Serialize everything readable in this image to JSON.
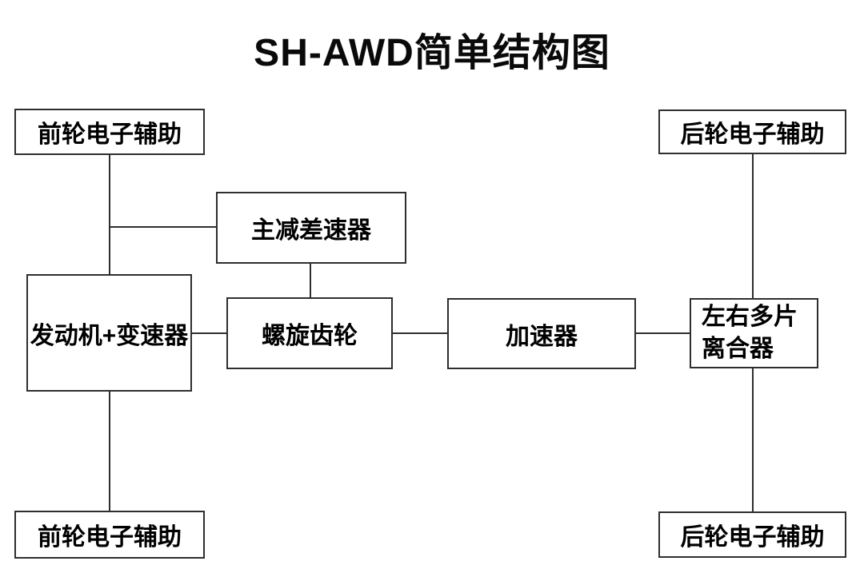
{
  "title": "SH-AWD简单结构图",
  "diagram": {
    "boxes": {
      "front_wheel_top": {
        "label": "前轮电子辅助"
      },
      "rear_wheel_top": {
        "label": "后轮电子辅助"
      },
      "main_diff": {
        "label": "主减差速器"
      },
      "engine": {
        "label": "发动机+变速器"
      },
      "spiral_gear": {
        "label": "螺旋齿轮"
      },
      "accelerator": {
        "label": "加速器"
      },
      "clutch": {
        "label": "左右多片离合器",
        "label_line1": "左右多片",
        "label_line2": "离合器"
      },
      "front_wheel_bottom": {
        "label": "前轮电子辅助"
      },
      "rear_wheel_bottom": {
        "label": "后轮电子辅助"
      }
    },
    "connections": [
      [
        "front_wheel_top",
        "engine"
      ],
      [
        "main_diff",
        "engine"
      ],
      [
        "main_diff",
        "spiral_gear"
      ],
      [
        "engine",
        "spiral_gear"
      ],
      [
        "spiral_gear",
        "accelerator"
      ],
      [
        "accelerator",
        "clutch"
      ],
      [
        "rear_wheel_top",
        "clutch"
      ],
      [
        "engine",
        "front_wheel_bottom"
      ],
      [
        "clutch",
        "rear_wheel_bottom"
      ]
    ],
    "colors": {
      "background": "#ffffff",
      "line": "#2e2e2e",
      "text": "#000000"
    }
  }
}
